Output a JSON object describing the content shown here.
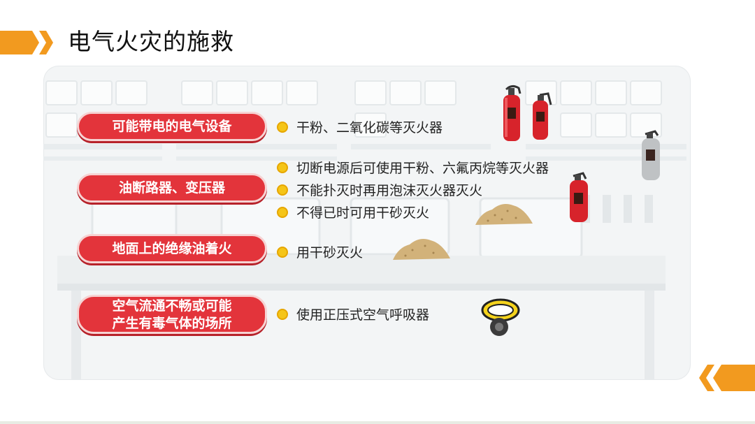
{
  "title": "电气火灾的施救",
  "rows": [
    {
      "label": "可能带电的电气设备",
      "items": [
        "干粉、二氧化碳等灭火器"
      ]
    },
    {
      "label": "油断路器、变压器",
      "items": [
        "切断电源后可使用干粉、六氟丙烷等灭火器",
        "不能扑灭时再用泡沫灭火器灭火",
        "不得已时可用干砂灭火"
      ]
    },
    {
      "label": "地面上的绝缘油着火",
      "items": [
        "用干砂灭火"
      ]
    },
    {
      "label_lines": [
        "空气流通不畅或可能",
        "产生有毒气体的场所"
      ],
      "items": [
        "使用正压式空气呼吸器"
      ]
    }
  ],
  "colors": {
    "accent": "#f29a1f",
    "pill": "#e3343b",
    "dot": "#f5c518"
  },
  "icons": [
    "fire-extinguisher-icon",
    "gas-extinguisher-icon",
    "sand-pile-icon",
    "gas-mask-icon"
  ]
}
